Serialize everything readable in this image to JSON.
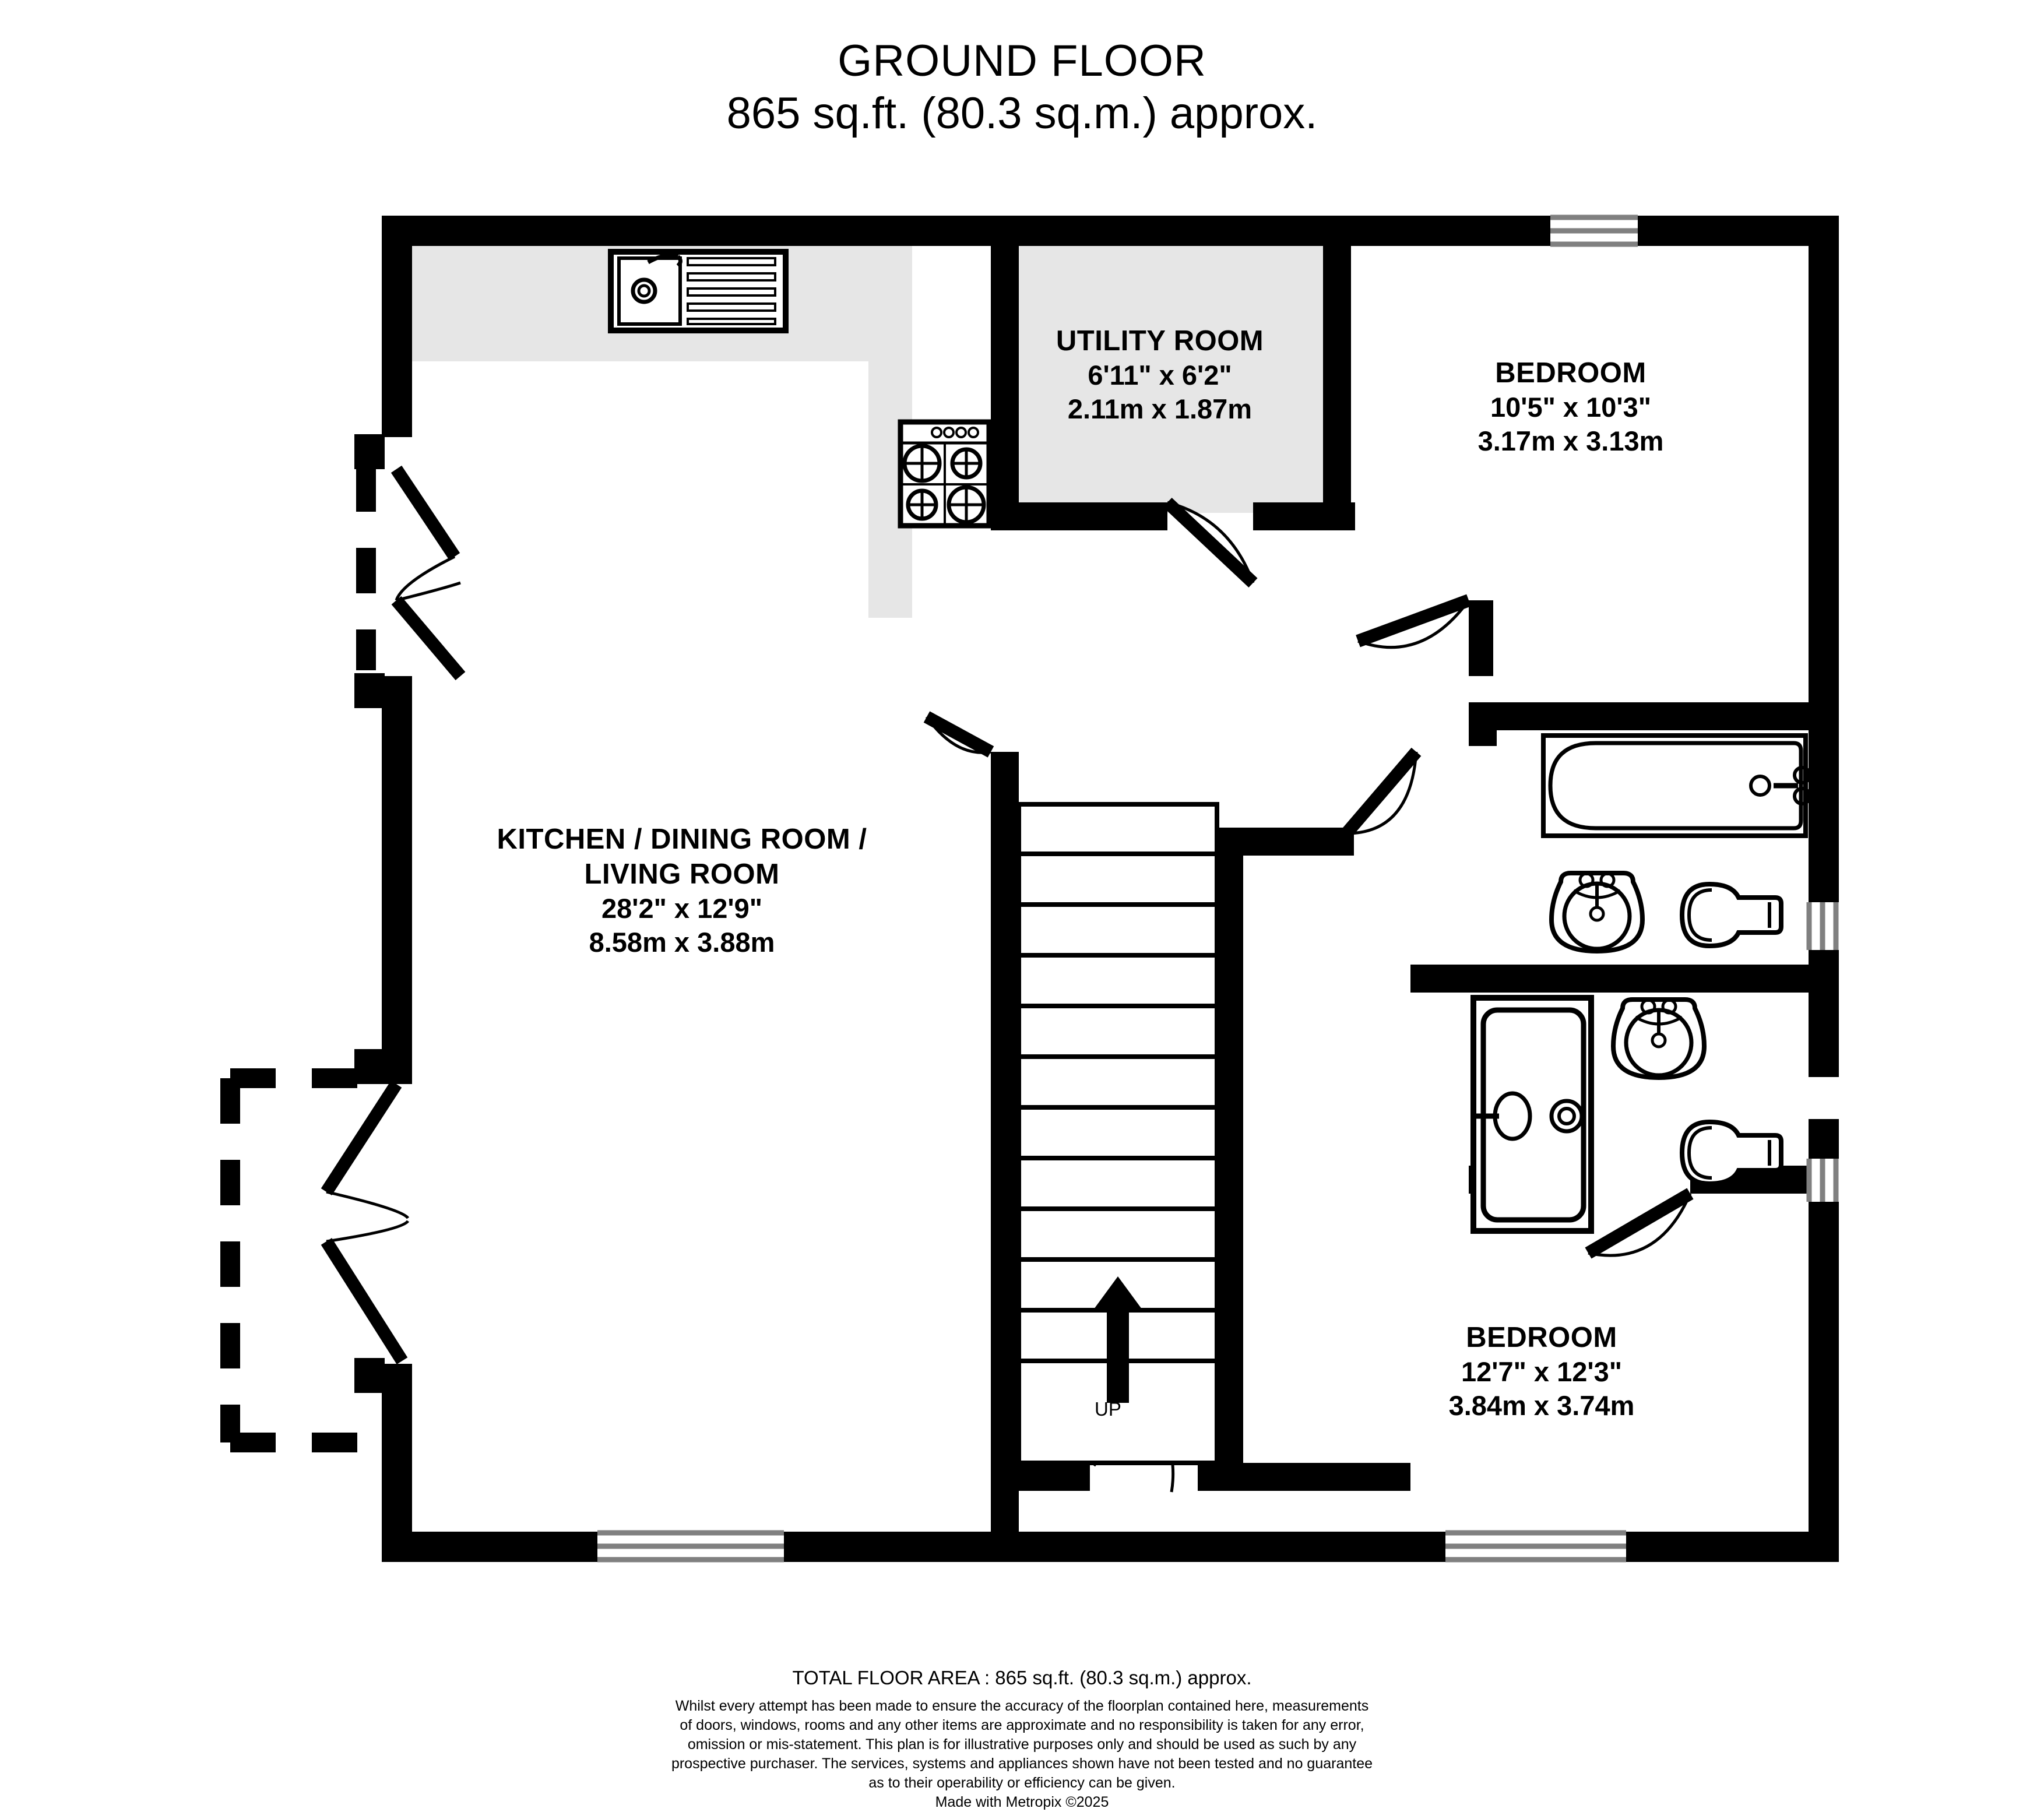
{
  "document": {
    "type": "floor-plan",
    "title_line1": "GROUND FLOOR",
    "title_line2": "865 sq.ft. (80.3 sq.m.) approx."
  },
  "rooms": [
    {
      "id": "utility-room",
      "name": "UTILITY ROOM",
      "dim_imperial": "6'11\"  x 6'2\"",
      "dim_metric": "2.11m  x 1.87m"
    },
    {
      "id": "bedroom-1",
      "name": "BEDROOM",
      "dim_imperial": "10'5\"  x 10'3\"",
      "dim_metric": "3.17m  x 3.13m"
    },
    {
      "id": "kitchen-dining-living",
      "name_line1": "KITCHEN / DINING ROOM /",
      "name_line2": "LIVING ROOM",
      "dim_imperial": "28'2\"  x 12'9\"",
      "dim_metric": "8.58m  x 3.88m"
    },
    {
      "id": "bedroom-2",
      "name": "BEDROOM",
      "dim_imperial": "12'7\"  x 12'3\"",
      "dim_metric": "3.84m  x 3.74m"
    }
  ],
  "annotations": {
    "stairs_direction": "UP"
  },
  "footer": {
    "total_area": "TOTAL FLOOR AREA : 865 sq.ft. (80.3 sq.m.) approx.",
    "disclaimer_lines": [
      "Whilst every attempt has been made to ensure the accuracy of the floorplan contained here, measurements",
      "of doors, windows, rooms and any other items are approximate and no responsibility is taken for any error,",
      "omission or mis-statement. This plan is for illustrative purposes only and should be used as such by any",
      "prospective purchaser. The services, systems and appliances shown have not been tested and no guarantee",
      "as to their operability or efficiency can be given."
    ],
    "made_with": "Made with Metropix ©2025"
  },
  "colors": {
    "wall": "#000000",
    "background": "#ffffff",
    "worktop": "#e6e6e6",
    "window_glass": "#808080",
    "fixture_stroke": "#000000"
  },
  "fixtures": [
    {
      "id": "kitchen-sink",
      "kind": "sink-with-drainer",
      "room": "kitchen-dining-living"
    },
    {
      "id": "kitchen-hob",
      "kind": "four-burner-hob",
      "room": "kitchen-dining-living"
    },
    {
      "id": "bath-tub",
      "kind": "bathtub",
      "room": "bathroom-upper"
    },
    {
      "id": "wash-basin-upper",
      "kind": "wash-basin",
      "room": "bathroom-upper"
    },
    {
      "id": "toilet-upper",
      "kind": "toilet",
      "room": "bathroom-upper"
    },
    {
      "id": "shower-tray",
      "kind": "shower-bath",
      "room": "bathroom-lower"
    },
    {
      "id": "wash-basin-lower",
      "kind": "wash-basin",
      "room": "bathroom-lower"
    },
    {
      "id": "toilet-lower",
      "kind": "toilet",
      "room": "bathroom-lower"
    },
    {
      "id": "staircase",
      "kind": "staircase",
      "room": "hallway"
    }
  ]
}
